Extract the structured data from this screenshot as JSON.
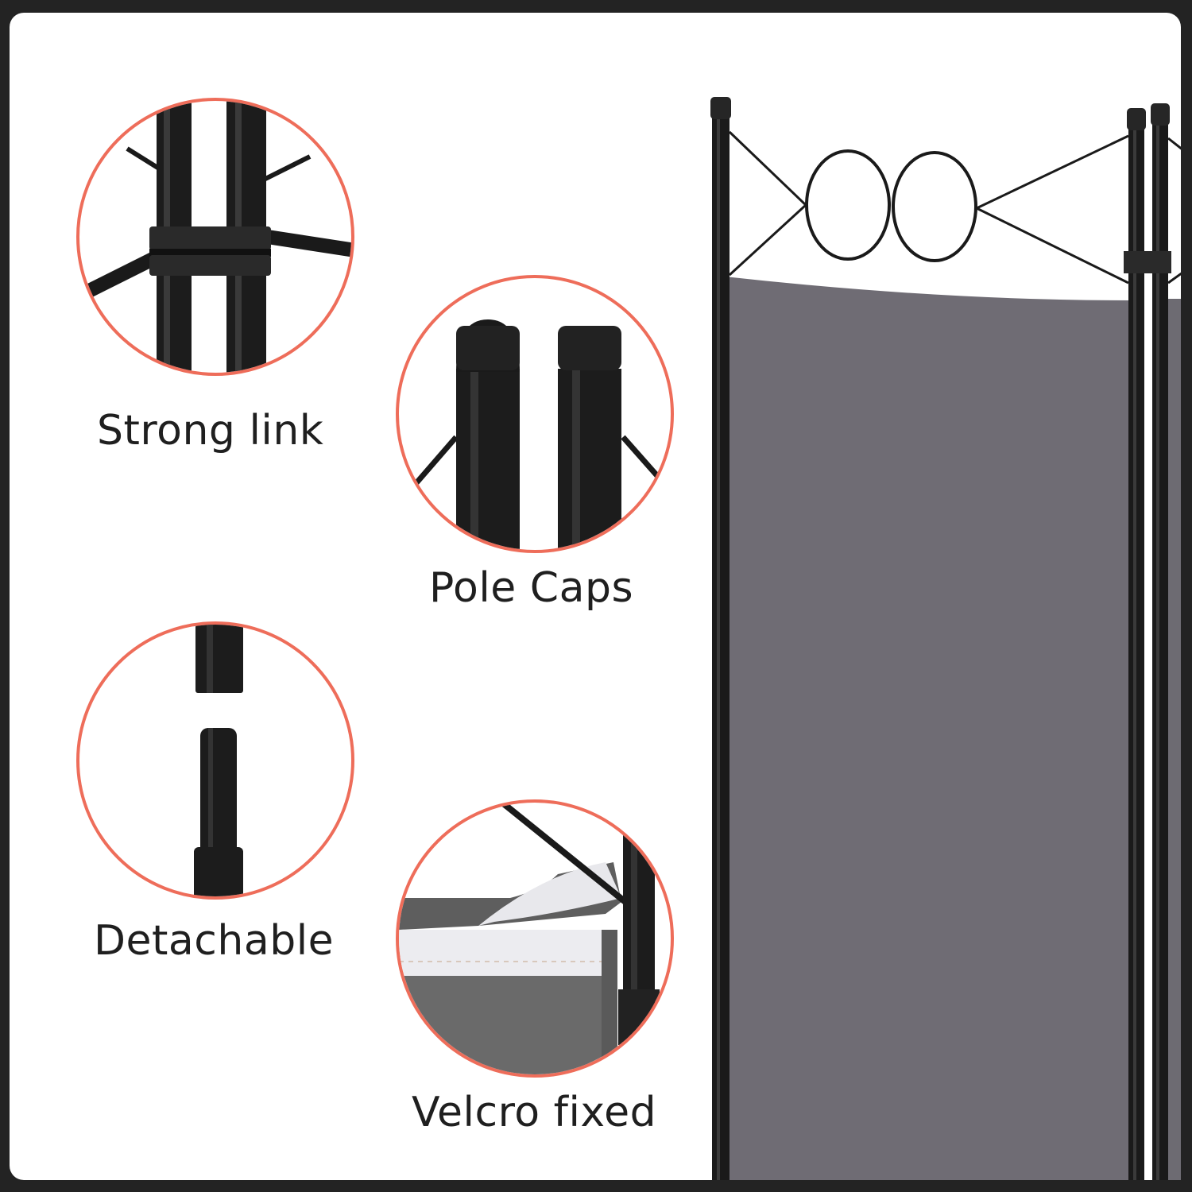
{
  "colors": {
    "frame": "#232323",
    "card": "#ffffff",
    "accent_ring": "#ee6d5a",
    "label_text": "#1f1f1f",
    "metal": "#1a1a1a",
    "fabric": "#6f6c74"
  },
  "features": [
    {
      "label": "Strong link",
      "icon": "pole-connector-icon"
    },
    {
      "label": "Pole Caps",
      "icon": "pole-cap-icon"
    },
    {
      "label": "Detachable",
      "icon": "detachable-pole-icon"
    },
    {
      "label": "Velcro fixed",
      "icon": "velcro-fabric-icon"
    }
  ],
  "product_image": {
    "subject": "room-divider-panel-image"
  }
}
